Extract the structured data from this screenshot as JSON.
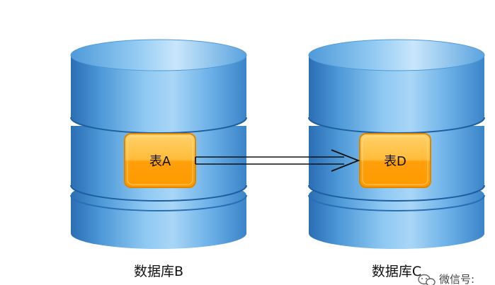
{
  "databases": [
    {
      "id": "db-b",
      "label": "数据库B"
    },
    {
      "id": "db-c",
      "label": "数据库C"
    }
  ],
  "tables": [
    {
      "id": "table-a",
      "label": "表A"
    },
    {
      "id": "table-d",
      "label": "表D"
    }
  ],
  "watermark": {
    "label": "微信号:"
  },
  "colors": {
    "cylinder_light": "#a9d6f6",
    "cylinder_mid": "#4f9ad8",
    "cylinder_dark": "#2a6eb4",
    "cylinder_top_light": "#c9e6fb",
    "table_top": "#ffc24a",
    "table_bottom": "#ff9a00",
    "table_border": "#e08700",
    "arrow": "#111111"
  }
}
